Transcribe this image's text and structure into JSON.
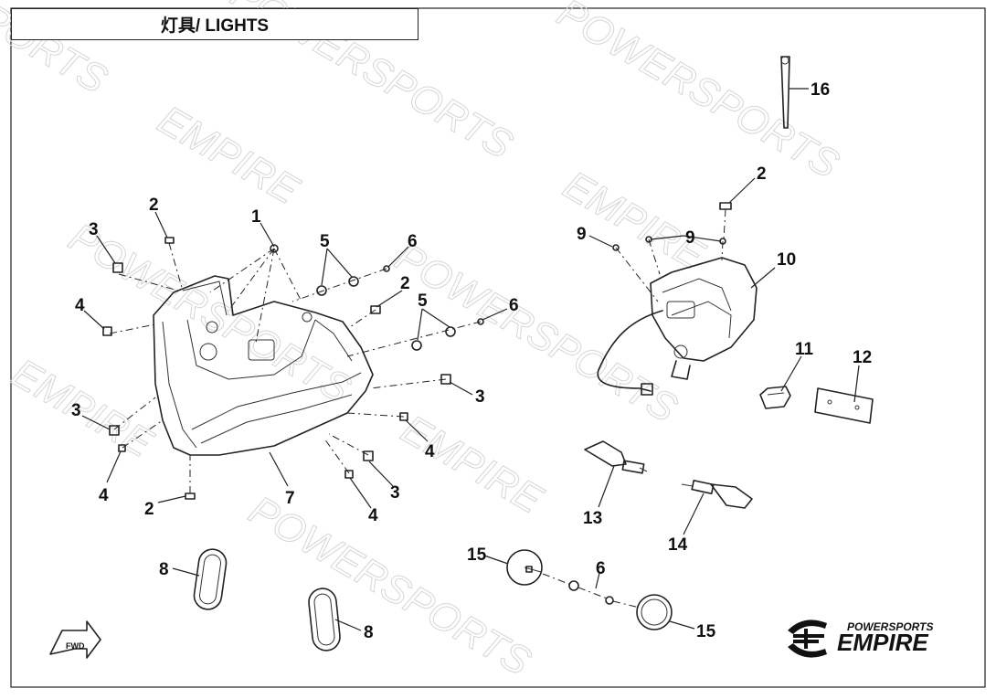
{
  "title": "灯具/ LIGHTS",
  "watermark": [
    "POWERSPORTS",
    "EMPIRE"
  ],
  "brand": {
    "line1": "POWERSPORTS",
    "line2": "EMPIRE"
  },
  "fwd_label": "FWD",
  "callouts": [
    {
      "id": "c1",
      "label": "1"
    },
    {
      "id": "c2a",
      "label": "2"
    },
    {
      "id": "c3a",
      "label": "3"
    },
    {
      "id": "c4a",
      "label": "4"
    },
    {
      "id": "c5a",
      "label": "5"
    },
    {
      "id": "c6a",
      "label": "6"
    },
    {
      "id": "c2b",
      "label": "2"
    },
    {
      "id": "c5b",
      "label": "5"
    },
    {
      "id": "c6b",
      "label": "6"
    },
    {
      "id": "c3b",
      "label": "3"
    },
    {
      "id": "c3c",
      "label": "3"
    },
    {
      "id": "c4b",
      "label": "4"
    },
    {
      "id": "c4c",
      "label": "4"
    },
    {
      "id": "c2c",
      "label": "2"
    },
    {
      "id": "c7",
      "label": "7"
    },
    {
      "id": "c3d",
      "label": "3"
    },
    {
      "id": "c4d",
      "label": "4"
    },
    {
      "id": "c8a",
      "label": "8"
    },
    {
      "id": "c8b",
      "label": "8"
    },
    {
      "id": "c9a",
      "label": "9"
    },
    {
      "id": "c9b",
      "label": "9"
    },
    {
      "id": "c2d",
      "label": "2"
    },
    {
      "id": "c10",
      "label": "10"
    },
    {
      "id": "c11",
      "label": "11"
    },
    {
      "id": "c12",
      "label": "12"
    },
    {
      "id": "c13",
      "label": "13"
    },
    {
      "id": "c14",
      "label": "14"
    },
    {
      "id": "c15a",
      "label": "15"
    },
    {
      "id": "c6c",
      "label": "6"
    },
    {
      "id": "c15b",
      "label": "15"
    },
    {
      "id": "c16",
      "label": "16"
    }
  ]
}
